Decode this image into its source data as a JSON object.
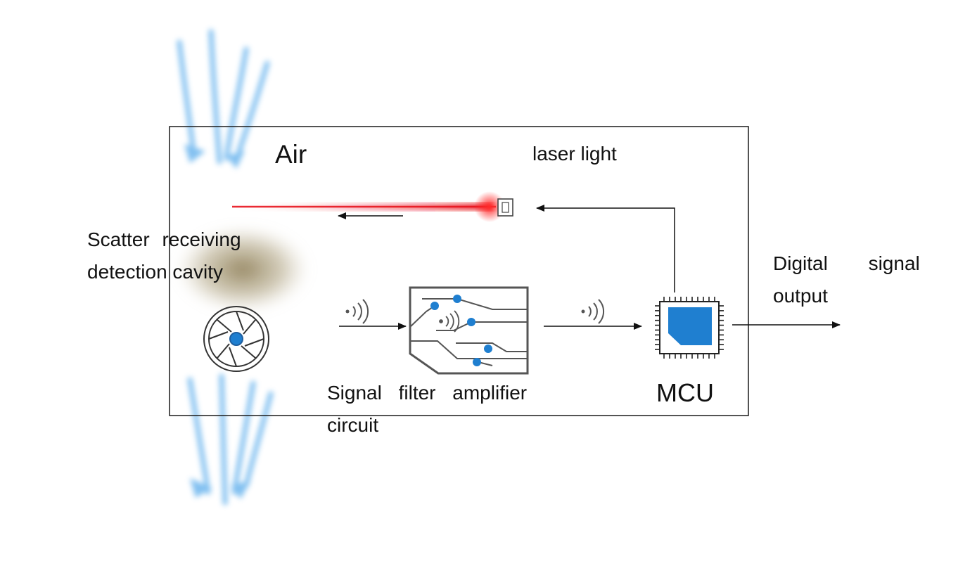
{
  "labels": {
    "air": "Air",
    "laser": "laser light",
    "scatter_line1": "Scatter receiving",
    "scatter_line2": "detection cavity",
    "digital_line1": "Digital signal",
    "digital_line2": "output",
    "signal_line1": "Signal filter amplifier",
    "signal_line2": "circuit",
    "mcu": "MCU"
  },
  "icons": [
    "airflow-icon",
    "laser-emitter-icon",
    "laser-beam",
    "dust-cloud-icon",
    "fan-icon",
    "signal-wave-icon",
    "circuit-board-icon",
    "mcu-chip-icon"
  ],
  "colors": {
    "laser": "#e8141e",
    "airflow": "#6db6ee",
    "circuit_accent": "#1f7fd0",
    "dust": "#8b7d55",
    "frame": "#1a1a1a"
  }
}
